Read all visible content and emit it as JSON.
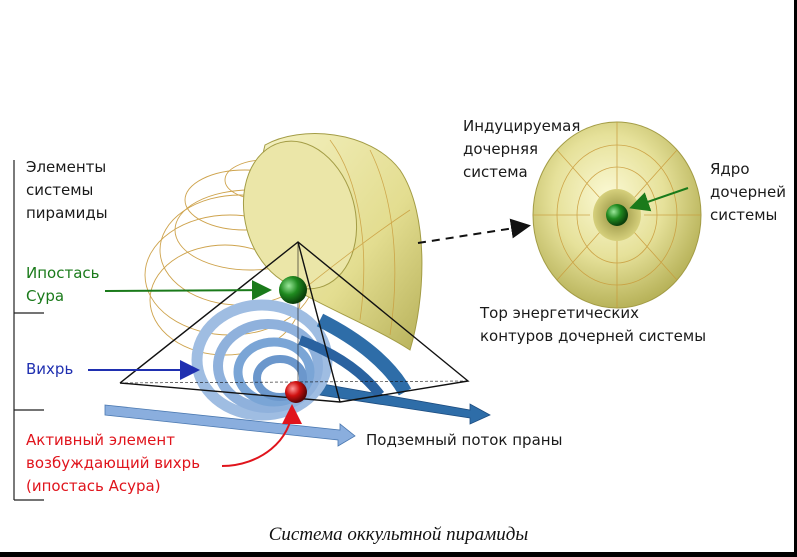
{
  "labels": {
    "elements": "Элементы\nсистемы\nпирамиды",
    "hypostasis_sura": "Ипостась\nСура",
    "vortex": "Вихрь",
    "active_element": "Активный элемент\nвозбуждающий вихрь\n(ипостась Асура)",
    "induced_system": "Индуцируемая\nдочерняя\nсистема",
    "nucleus": "Ядро\nдочерней\nсистемы",
    "torus": "Тор энергетических\nконтуров дочерней системы",
    "underground_flow": "Подземный поток праны"
  },
  "caption": "Система оккультной пирамиды",
  "colors": {
    "green_text": "#1a7a1a",
    "blue_text": "#1f2fb0",
    "red_text": "#e0141c",
    "torus_fill": "#e8e49a",
    "vortex_blue": "#7aa5d6",
    "sphere_green": "#1f8a1f",
    "sphere_red": "#d01010"
  }
}
